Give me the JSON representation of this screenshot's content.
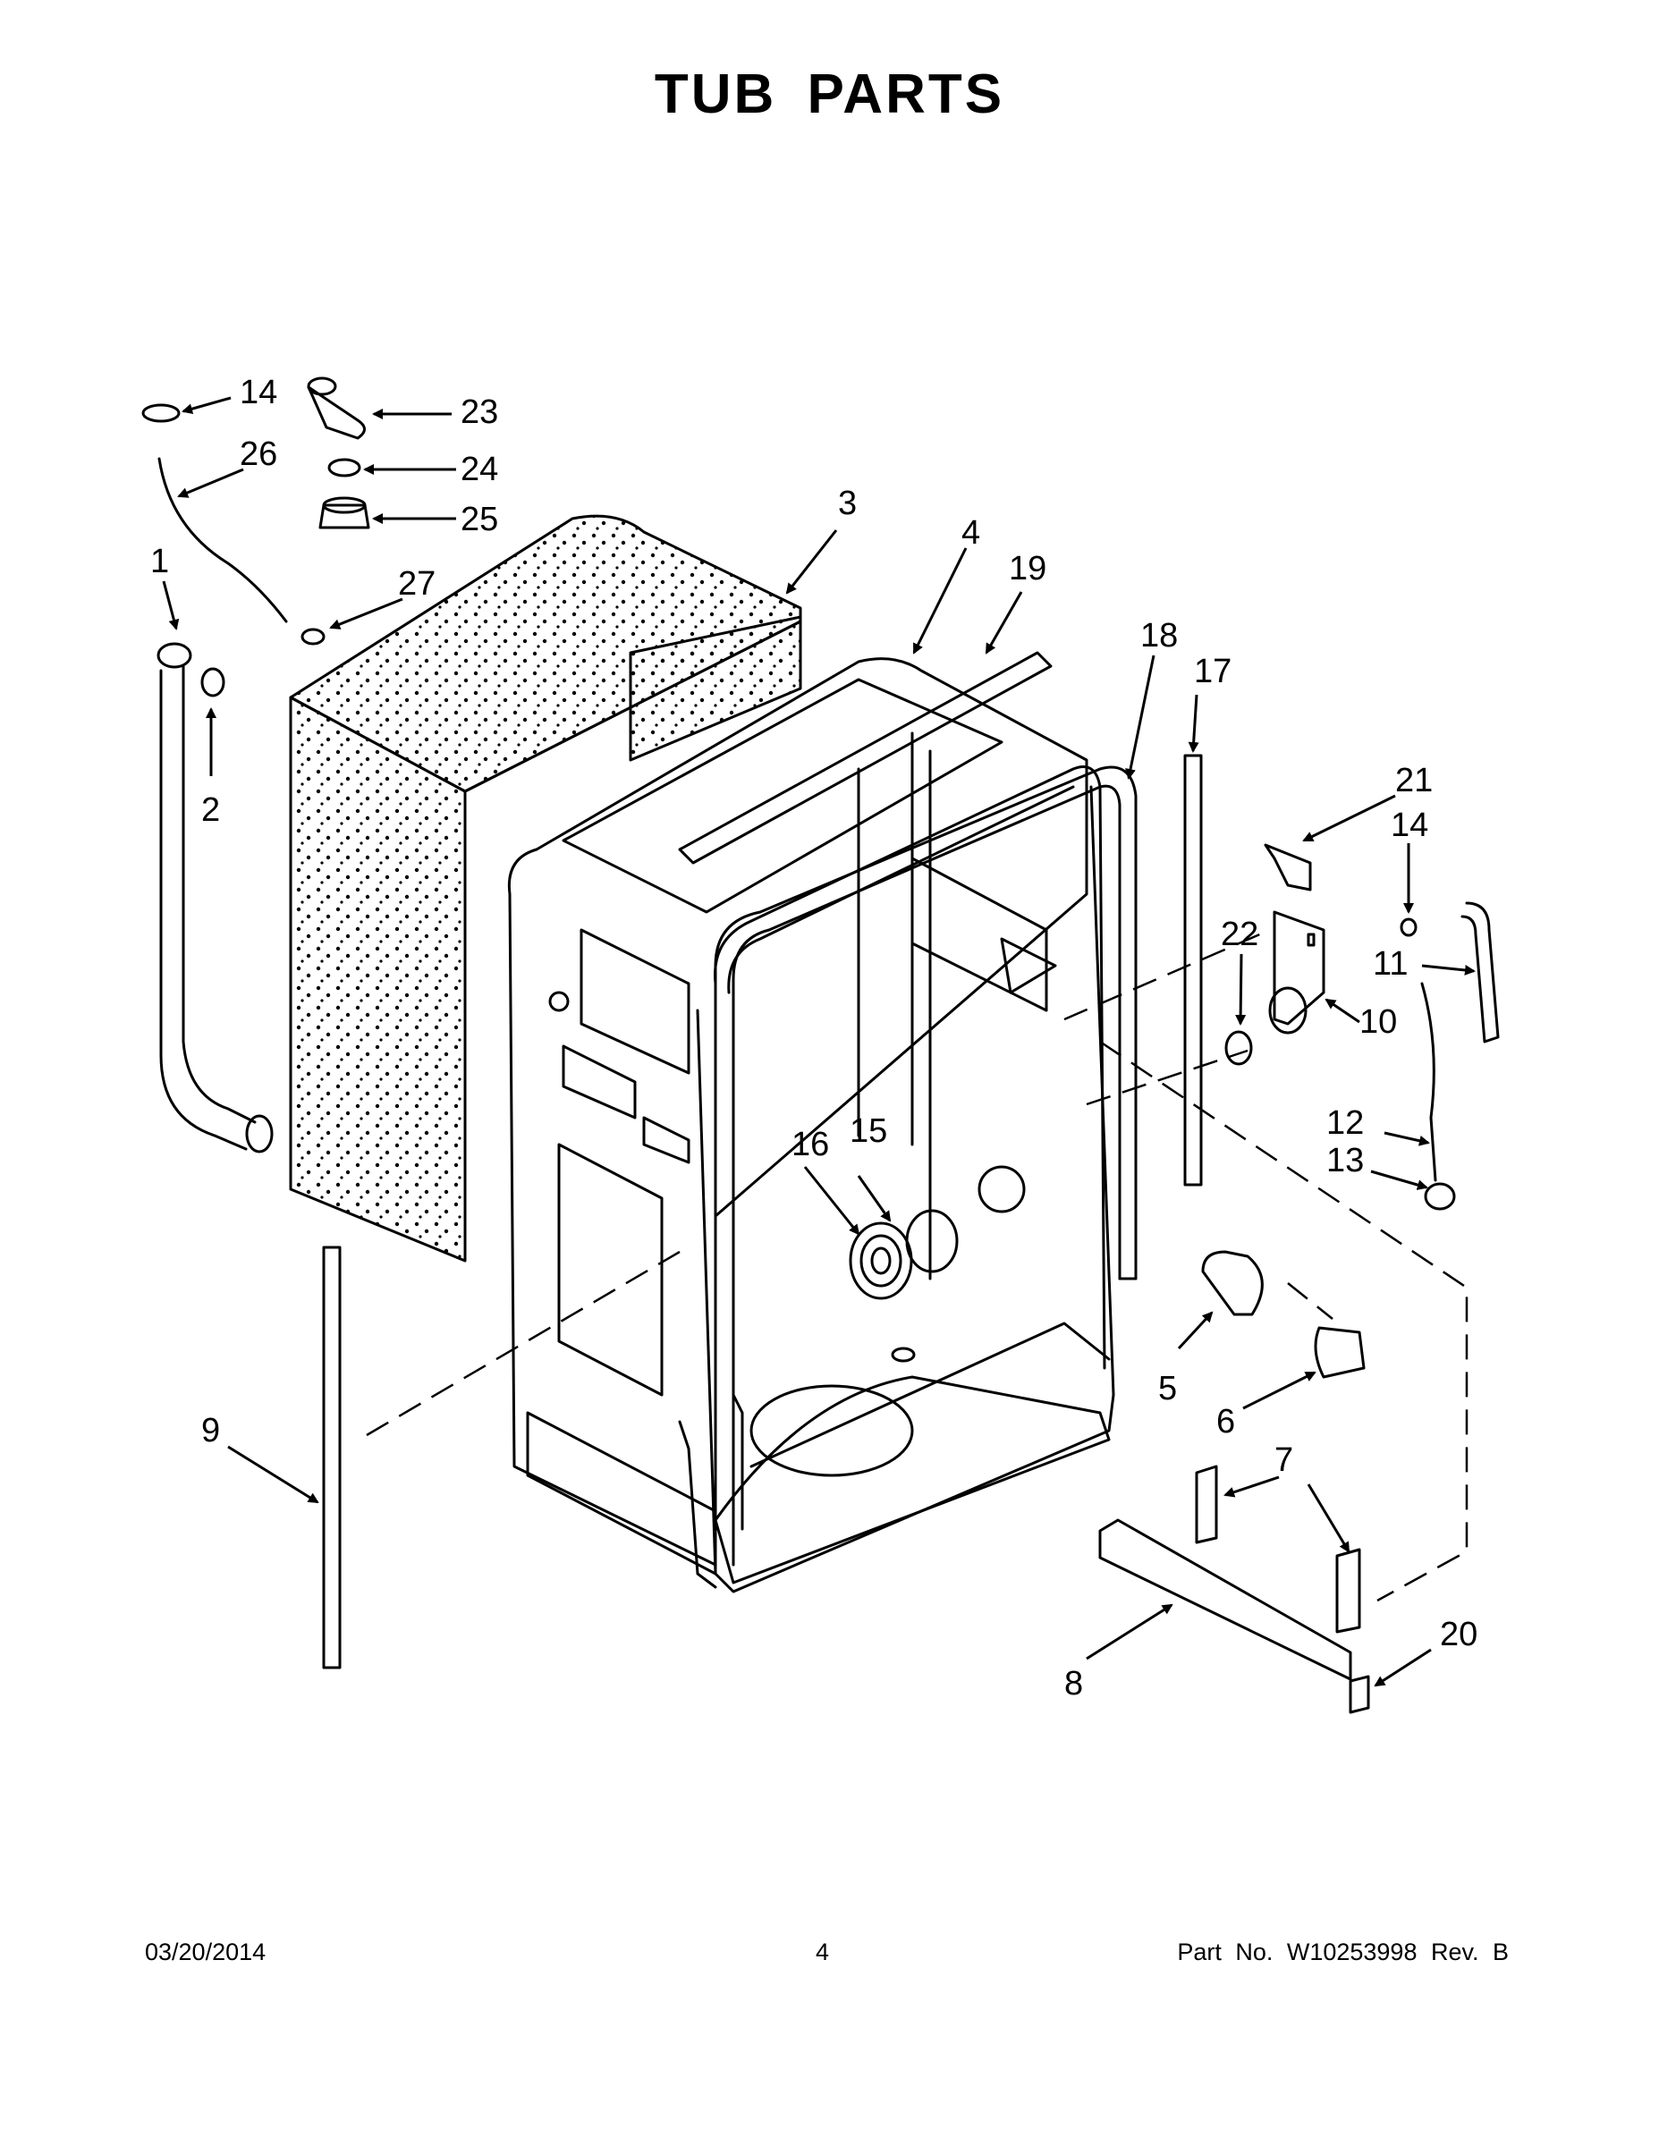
{
  "title": "TUB PARTS",
  "footer": {
    "date": "03/20/2014",
    "page": "4",
    "part_number": "Part No.  W10253998  Rev.  B"
  },
  "callouts": {
    "c1": "1",
    "c2": "2",
    "c3": "3",
    "c4": "4",
    "c5": "5",
    "c6": "6",
    "c7": "7",
    "c8": "8",
    "c9": "9",
    "c10": "10",
    "c11": "11",
    "c12": "12",
    "c13": "13",
    "c14a": "14",
    "c14b": "14",
    "c15": "15",
    "c16": "16",
    "c17": "17",
    "c18": "18",
    "c19": "19",
    "c20": "20",
    "c21": "21",
    "c22": "22",
    "c23": "23",
    "c24": "24",
    "c25": "25",
    "c26": "26",
    "c27": "27"
  }
}
